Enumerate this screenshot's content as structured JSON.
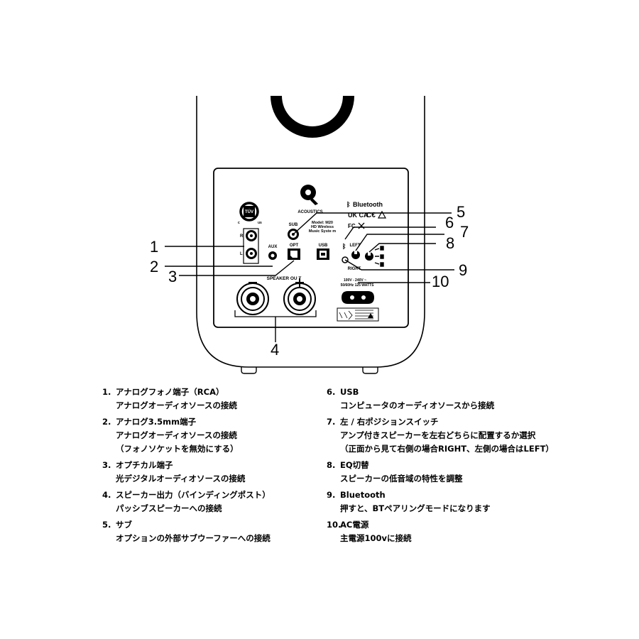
{
  "panel": {
    "brand": "ACOUSTICS",
    "bluetooth": "Bluetooth",
    "model_lines": [
      "Model: M20",
      "HD Wireless",
      "Music Syste m"
    ],
    "labels": {
      "sub": "SUB",
      "aux": "AUX",
      "opt": "OPT",
      "usb": "USB",
      "left": "LEFT",
      "right": "RIGHT",
      "r": "R",
      "l": "L",
      "speaker_out": "SPEAKER OU   T",
      "power_line1": "100V - 240V ~",
      "power_line2": "50/60Hz 125 WATTS"
    }
  },
  "callouts": [
    "1",
    "2",
    "3",
    "4",
    "5",
    "6",
    "7",
    "8",
    "9",
    "10"
  ],
  "legend": {
    "left": [
      {
        "num": "1.",
        "title": "アナログフォノ端子（RCA）",
        "desc": [
          "アナログオーディオソースの接続"
        ]
      },
      {
        "num": "2.",
        "title": "アナログ3.5mm端子",
        "desc": [
          "アナログオーディオソースの接続",
          "（フォノソケットを無効にする）"
        ]
      },
      {
        "num": "3.",
        "title": "オプチカル端子",
        "desc": [
          "光デジタルオーディオソースの接続"
        ]
      },
      {
        "num": "4.",
        "title": "スピーカー出力（バインディングポスト）",
        "desc": [
          "パッシブスピーカーへの接続"
        ]
      },
      {
        "num": "5.",
        "title": "サブ",
        "desc": [
          "オプションの外部サブウーファーへの接続"
        ]
      }
    ],
    "right": [
      {
        "num": "6.",
        "title": "USB",
        "desc": [
          "コンピュータのオーディオソースから接続"
        ]
      },
      {
        "num": "7.",
        "title": "左 / 右ポジションスイッチ",
        "desc": [
          "アンプ付きスピーカーを左右どちらに配置するか選択",
          "（正面から見て右側の場合RIGHT、左側の場合はLEFT）"
        ]
      },
      {
        "num": "8.",
        "title": "EQ切替",
        "desc": [
          "スピーカーの低音域の特性を調整"
        ]
      },
      {
        "num": "9.",
        "title": "Bluetooth",
        "desc": [
          "押すと、BTペアリングモードになります"
        ]
      },
      {
        "num": "10.",
        "title": "AC電源",
        "desc": [
          "主電源100vに接続"
        ]
      }
    ]
  }
}
